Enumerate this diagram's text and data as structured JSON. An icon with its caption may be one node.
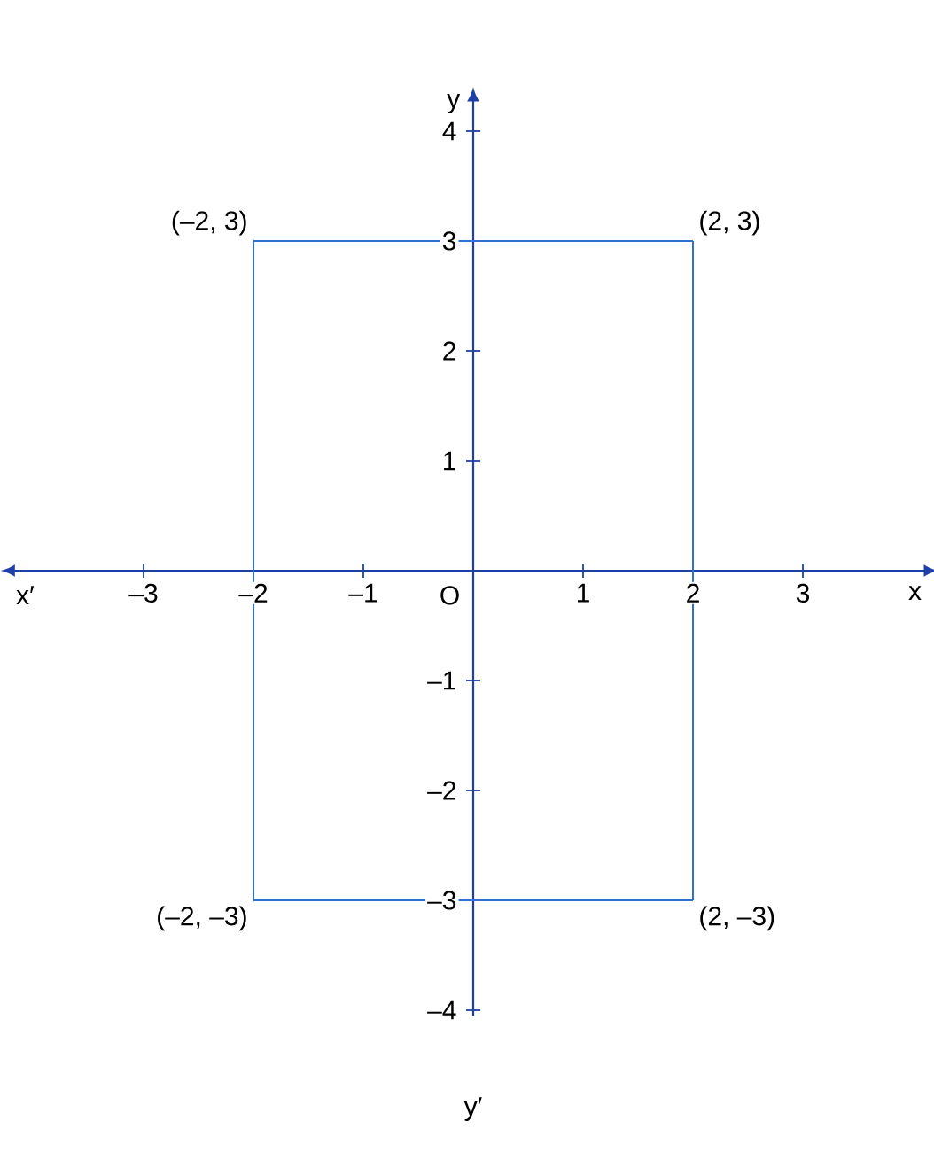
{
  "diagram": {
    "nodes": [
      {
        "text": [
          "(–2, 3)"
        ]
      },
      {
        "text": [
          "(2, 3)"
        ]
      },
      {
        "text": [
          "(–2, –3)"
        ]
      },
      {
        "text": [
          "(2, –3)"
        ]
      }
    ],
    "edges": [
      {
        "from": 0,
        "to": 1,
        "arrow": "none"
      },
      {
        "from": 1,
        "to": 3,
        "arrow": "none"
      },
      {
        "from": 3,
        "to": 2,
        "arrow": "none"
      },
      {
        "from": 2,
        "to": 0,
        "arrow": "none"
      }
    ],
    "labels": [
      "y",
      "4",
      "3",
      "2",
      "1",
      "x′",
      "–3",
      "–2",
      "–1",
      "O",
      "1",
      "2",
      "3",
      "x",
      "–1",
      "–2",
      "–3",
      "–4",
      "y′"
    ]
  }
}
